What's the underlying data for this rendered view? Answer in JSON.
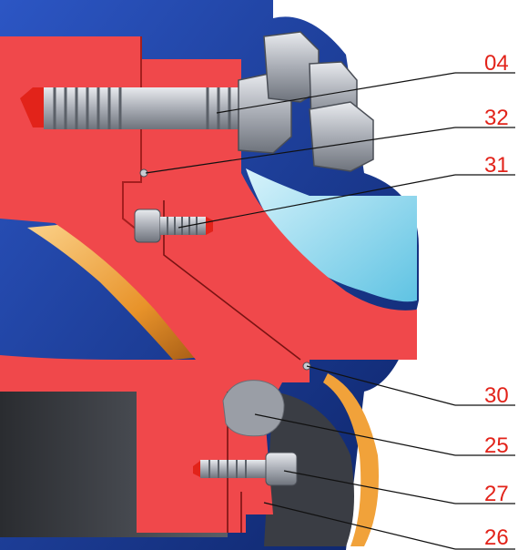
{
  "colors": {
    "housing_red": "#f0484b",
    "housing_red_dark": "#c9302f",
    "casing_blue": "#1d3f9c",
    "casing_blue_dark": "#0d2468",
    "window_cyan": "#7fd4ee",
    "bolt_steel": "#b8bcc4",
    "bolt_tip_red": "#e2231a",
    "ring_orange": "#f1a23a",
    "seal_grey": "#9a9ea6",
    "label_red": "#e2231a"
  },
  "callouts": [
    {
      "id": "04",
      "label": "04"
    },
    {
      "id": "32",
      "label": "32"
    },
    {
      "id": "31",
      "label": "31"
    },
    {
      "id": "30",
      "label": "30"
    },
    {
      "id": "25",
      "label": "25"
    },
    {
      "id": "27",
      "label": "27"
    },
    {
      "id": "26",
      "label": "26"
    }
  ]
}
